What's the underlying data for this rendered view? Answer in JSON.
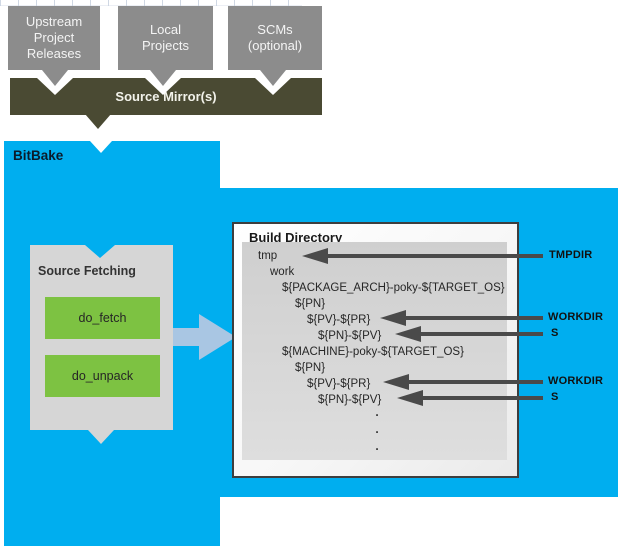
{
  "colors": {
    "bitbake_blue": "#00AEEF",
    "source_box_gray": "#8C8C8C",
    "mirror_olive": "#4A4A33",
    "fetch_box_gray": "#D6D6D6",
    "task_green": "#7DC242",
    "flow_arrow_blue": "#A9C6E3",
    "pointer_gray": "#4A4A4A"
  },
  "top": {
    "boxes": [
      {
        "lines": [
          "Upstream",
          "Project",
          "Releases"
        ]
      },
      {
        "lines": [
          "Local",
          "Projects"
        ]
      },
      {
        "lines": [
          "SCMs",
          "(optional)"
        ]
      }
    ],
    "mirror_label": "Source Mirror(s)"
  },
  "bitbake": {
    "label": "BitBake"
  },
  "source_fetching": {
    "title": "Source Fetching",
    "tasks": [
      "do_fetch",
      "do_unpack"
    ]
  },
  "build_directory": {
    "title": "Build Directory",
    "tree": [
      "tmp",
      "work",
      "${PACKAGE_ARCH}-poky-${TARGET_OS}",
      "${PN}",
      "${PV}-${PR}",
      "${PN}-${PV}",
      "${MACHINE}-poky-${TARGET_OS}",
      "${PN}",
      "${PV}-${PR}",
      "${PN}-${PV}"
    ],
    "ellipsis_dots": [
      ".",
      ".",
      "."
    ]
  },
  "pointers": [
    {
      "label": "TMPDIR"
    },
    {
      "label": "WORKDIR"
    },
    {
      "label": "S"
    },
    {
      "label": "WORKDIR"
    },
    {
      "label": "S"
    }
  ]
}
